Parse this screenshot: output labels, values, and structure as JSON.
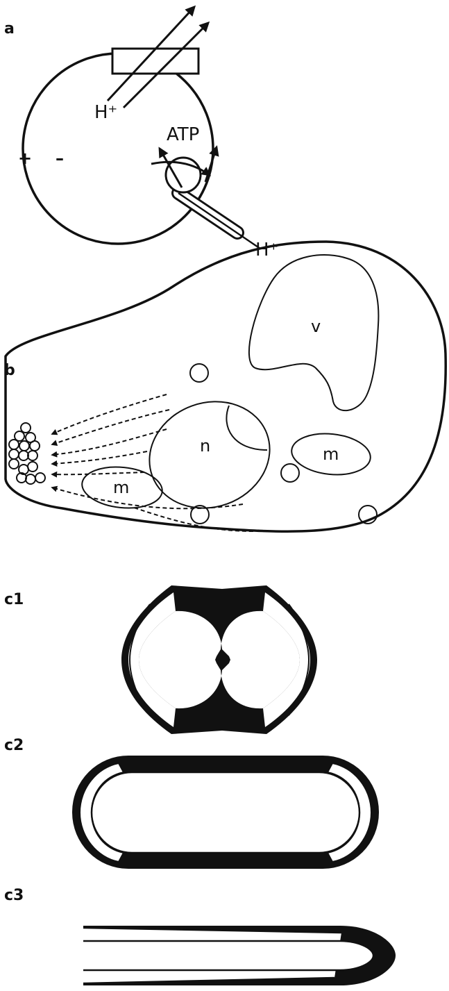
{
  "colors": {
    "ink": "#111111",
    "background": "#ffffff"
  },
  "panels": {
    "a": {
      "label": "a",
      "proton_in": "H⁺",
      "proton_out": "H⁺",
      "atp": "ATP",
      "plus": "+",
      "minus": "–"
    },
    "b": {
      "label": "b",
      "vacuole": "v",
      "nucleus": "n",
      "mito_1": "m",
      "mito_2": "m"
    },
    "c1": {
      "label": "c1"
    },
    "c2": {
      "label": "c2"
    },
    "c3": {
      "label": "c3"
    }
  }
}
